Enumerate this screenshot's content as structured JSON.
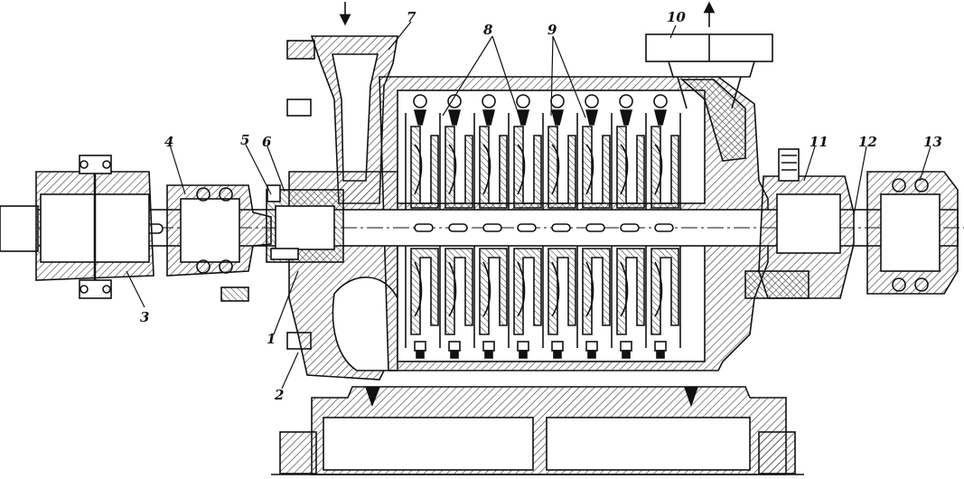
{
  "diagram": {
    "callouts": [
      {
        "id": "c1",
        "text": "1"
      },
      {
        "id": "c2",
        "text": "2"
      },
      {
        "id": "c3",
        "text": "3"
      },
      {
        "id": "c4",
        "text": "4"
      },
      {
        "id": "c5",
        "text": "5"
      },
      {
        "id": "c6",
        "text": "6"
      },
      {
        "id": "c7",
        "text": "7"
      },
      {
        "id": "c8",
        "text": "8"
      },
      {
        "id": "c9",
        "text": "9"
      },
      {
        "id": "c10",
        "text": "10"
      },
      {
        "id": "c11",
        "text": "11"
      },
      {
        "id": "c12",
        "text": "12"
      },
      {
        "id": "c13",
        "text": "13"
      }
    ],
    "colors": {
      "ink": "#111111",
      "hatch": "#444444",
      "paper": "#ffffff"
    },
    "stage_count": 8
  }
}
